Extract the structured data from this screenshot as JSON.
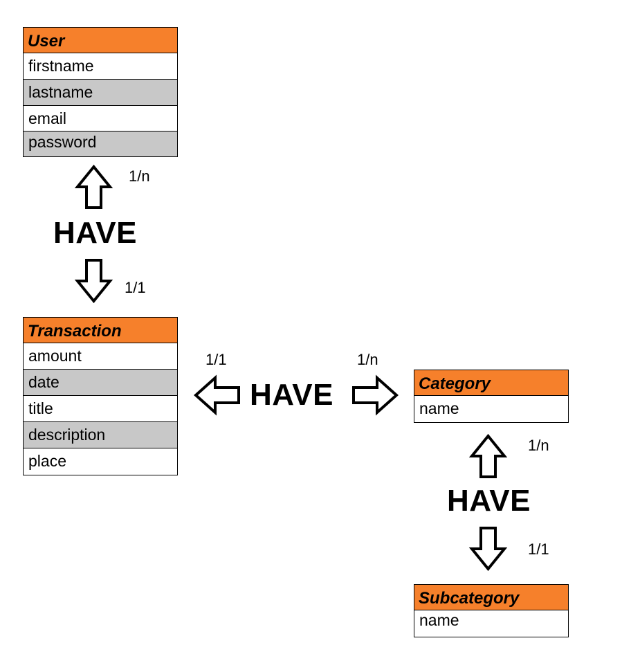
{
  "entities": {
    "user": {
      "title": "User",
      "fields": [
        "firstname",
        "lastname",
        "email",
        "password"
      ]
    },
    "transaction": {
      "title": "Transaction",
      "fields": [
        "amount",
        "date",
        "title",
        "description",
        "place"
      ]
    },
    "category": {
      "title": "Category",
      "fields": [
        "name"
      ]
    },
    "subcategory": {
      "title": "Subcategory",
      "fields": [
        "name"
      ]
    }
  },
  "relations": {
    "user_transaction": {
      "label": "HAVE",
      "top": "1/n",
      "bottom": "1/1"
    },
    "transaction_category": {
      "label": "HAVE",
      "left": "1/1",
      "right": "1/n"
    },
    "category_subcategory": {
      "label": "HAVE",
      "top": "1/n",
      "bottom": "1/1"
    }
  },
  "colors": {
    "header": "#f6802b",
    "alt_row": "#c8c8c8"
  }
}
